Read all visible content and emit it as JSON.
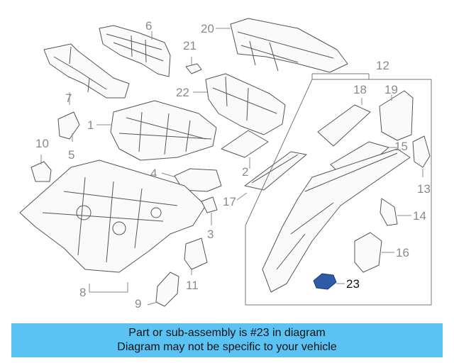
{
  "callouts": {
    "c1": "1",
    "c2": "2",
    "c3": "3",
    "c4": "4",
    "c5": "5",
    "c6": "6",
    "c7": "7",
    "c8": "8",
    "c9": "9",
    "c10": "10",
    "c11": "11",
    "c12": "12",
    "c13": "13",
    "c14": "14",
    "c15": "15",
    "c16": "16",
    "c17": "17",
    "c18": "18",
    "c19": "19",
    "c20": "20",
    "c21": "21",
    "c22": "22",
    "c23": "23"
  },
  "banner": {
    "line1": "Part or sub-assembly is #23 in diagram",
    "line2": "Diagram may not be specific to your vehicle",
    "color": "#5bc3f3"
  },
  "highlight_color": "#2f5aa8"
}
